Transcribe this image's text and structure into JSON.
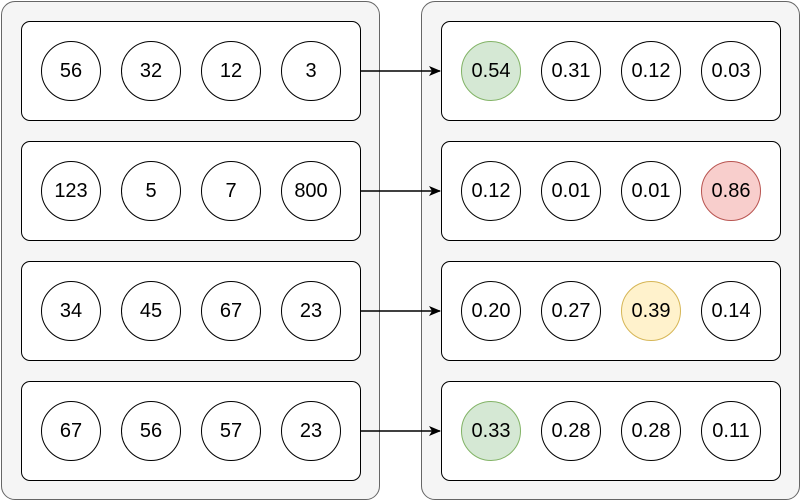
{
  "inputs": [
    [
      "56",
      "32",
      "12",
      "3"
    ],
    [
      "123",
      "5",
      "7",
      "800"
    ],
    [
      "34",
      "45",
      "67",
      "23"
    ],
    [
      "67",
      "56",
      "57",
      "23"
    ]
  ],
  "outputs": [
    [
      "0.54",
      "0.31",
      "0.12",
      "0.03"
    ],
    [
      "0.12",
      "0.01",
      "0.01",
      "0.86"
    ],
    [
      "0.20",
      "0.27",
      "0.39",
      "0.14"
    ],
    [
      "0.33",
      "0.28",
      "0.28",
      "0.11"
    ]
  ],
  "highlights": [
    {
      "row": 0,
      "col": 0,
      "style": "green"
    },
    {
      "row": 1,
      "col": 3,
      "style": "red"
    },
    {
      "row": 2,
      "col": 2,
      "style": "yellow"
    },
    {
      "row": 3,
      "col": 0,
      "style": "green"
    }
  ],
  "colors": {
    "panel_fill": "#f5f5f5",
    "panel_border": "#666666",
    "green_fill": "#d5e8d4",
    "green_border": "#82b366",
    "red_fill": "#f8cecc",
    "red_border": "#b85450",
    "yellow_fill": "#fff2cc",
    "yellow_border": "#d6b656"
  }
}
